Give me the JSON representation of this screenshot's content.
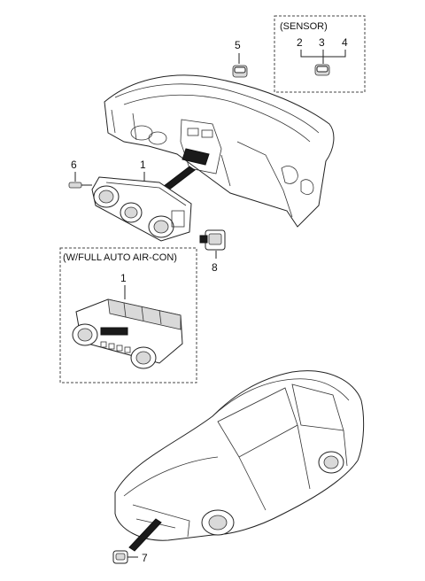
{
  "sensor_box": {
    "title": "(SENSOR)",
    "labels": [
      "2",
      "3",
      "4"
    ]
  },
  "auto_aircon_box": {
    "title": "(W/FULL AUTO AIR-CON)",
    "part_label": "1"
  },
  "callouts": {
    "heater_control": "1",
    "sensor_top": "5",
    "screw": "6",
    "switch": "8",
    "ambient_sensor": "7"
  }
}
